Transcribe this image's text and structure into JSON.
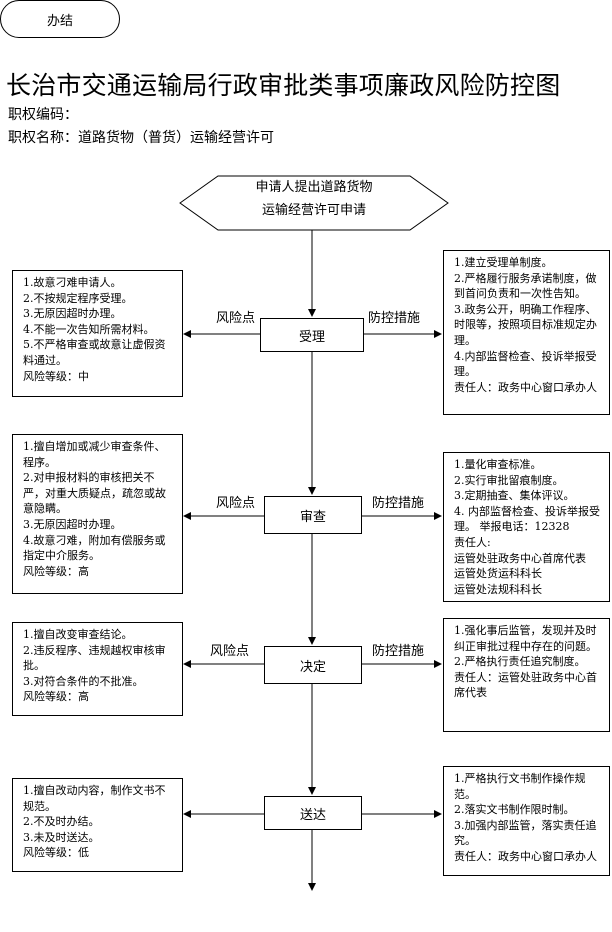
{
  "title": "长治市交通运输局行政审批类事项廉政风险防控图",
  "code_label": "职权编码：",
  "name_label": "职权名称：道路货物（普货）运输经营许可",
  "start": {
    "line1": "申请人提出道路货物",
    "line2": "运输经营许可申请"
  },
  "labels": {
    "risk": "风险点",
    "control": "防控措施"
  },
  "steps": [
    {
      "name": "受理",
      "risks": [
        "1.故意刁难申请人。",
        "2.不按规定程序受理。",
        "3.无原因超时办理。",
        "4.不能一次告知所需材料。",
        "5.不严格审查或故意让虚假资料通过。",
        "风险等级：中"
      ],
      "controls": [
        "1.建立受理单制度。",
        "2.严格履行服务承诺制度，做到首问负责和一次性告知。",
        "3.政务公开，明确工作程序、时限等，按照项目标准规定办理。",
        "4.内部监督检查、投诉举报受理。",
        "责任人：政务中心窗口承办人"
      ]
    },
    {
      "name": "审查",
      "risks": [
        "1.擅自增加或减少审查条件、程序。",
        "2.对申报材料的审核把关不严，对重大质疑点，疏忽或故意隐瞒。",
        "3.无原因超时办理。",
        "4.故意刁难，附加有偿服务或指定中介服务。",
        "风险等级：高"
      ],
      "controls": [
        "1.量化审查标准。",
        "2.实行审批留痕制度。",
        "3.定期抽查、集体评议。",
        "4. 内部监督检查、投诉举报受理。  举报电话：12328",
        "责任人:",
        "运管处驻政务中心首席代表",
        "运管处货运科科长",
        "运管处法规科科长"
      ]
    },
    {
      "name": "决定",
      "risks": [
        "1.擅自改变审查结论。",
        "2.违反程序、违规越权审核审批。",
        "3.对符合条件的不批准。",
        "风险等级：高"
      ],
      "controls": [
        "1.强化事后监管，发现并及时纠正审批过程中存在的问题。",
        "2.严格执行责任追究制度。",
        "责任人：运管处驻政务中心首席代表"
      ]
    },
    {
      "name": "送达",
      "risks": [
        "1.擅自改动内容，制作文书不规范。",
        "2.不及时办结。",
        "3.未及时送达。",
        "风险等级：低"
      ],
      "controls": [
        "1.严格执行文书制作操作规范。",
        "2.落实文书制作限时制。",
        "3.加强内部监管，落实责任追究。",
        "责任人：政务中心窗口承办人"
      ]
    }
  ],
  "end": "办结"
}
